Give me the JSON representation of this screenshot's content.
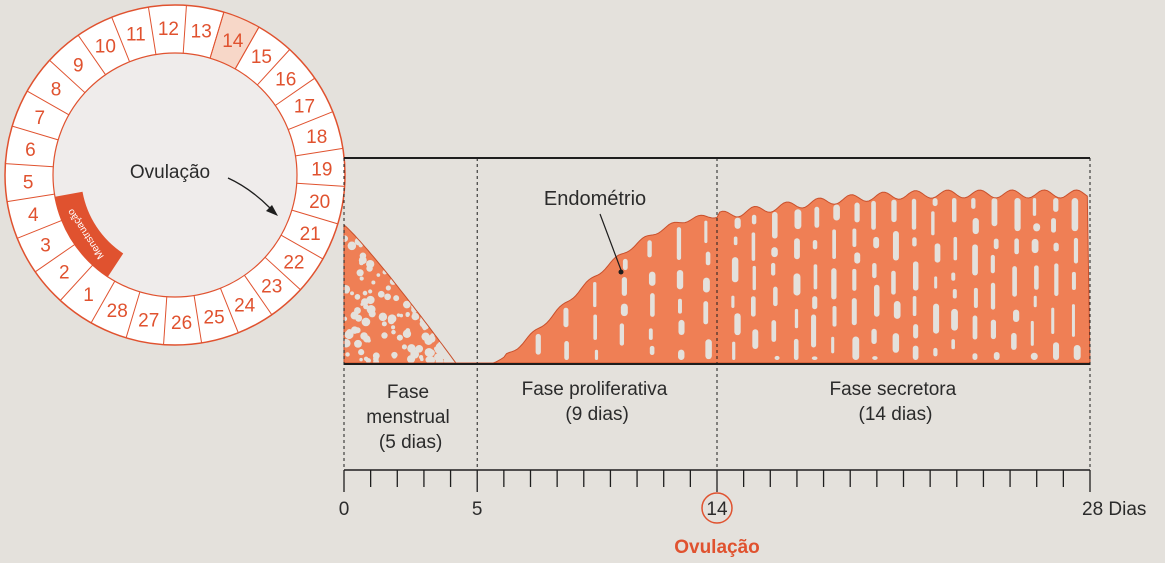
{
  "colors": {
    "background": "#e4e1dc",
    "accent": "#e0522f",
    "tissue": "#ef7f55",
    "tissue_edge": "#c9502c",
    "line": "#1e1e1e",
    "text": "#2b2b2b"
  },
  "cycle_wheel": {
    "day_numbers": [
      "1",
      "2",
      "3",
      "4",
      "5",
      "6",
      "7",
      "8",
      "9",
      "10",
      "11",
      "12",
      "13",
      "14",
      "15",
      "16",
      "17",
      "18",
      "19",
      "20",
      "21",
      "22",
      "23",
      "24",
      "25",
      "26",
      "27",
      "28"
    ],
    "menstruation_band_label": "Menstruação",
    "menstruation_days": [
      1,
      5
    ],
    "ovulation_day": 14,
    "ovulation_label": "Ovulação"
  },
  "diagram": {
    "endometrium_label": "Endométrio",
    "phases": [
      {
        "line1": "Fase",
        "line2": "menstrual",
        "line3": "(5 dias)",
        "start": 0,
        "end": 5
      },
      {
        "line1": "Fase proliferativa",
        "line2": "(9 dias)",
        "line3": "",
        "start": 5,
        "end": 14
      },
      {
        "line1": "Fase secretora",
        "line2": "(14 dias)",
        "line3": "",
        "start": 14,
        "end": 28
      }
    ],
    "axis": {
      "ticks": [
        "0",
        "5",
        "14",
        "28 Dias"
      ],
      "tick_days": [
        0,
        5,
        14,
        28
      ],
      "max_day": 28,
      "highlight_day": 14,
      "highlight_label": "Ovulação"
    }
  }
}
